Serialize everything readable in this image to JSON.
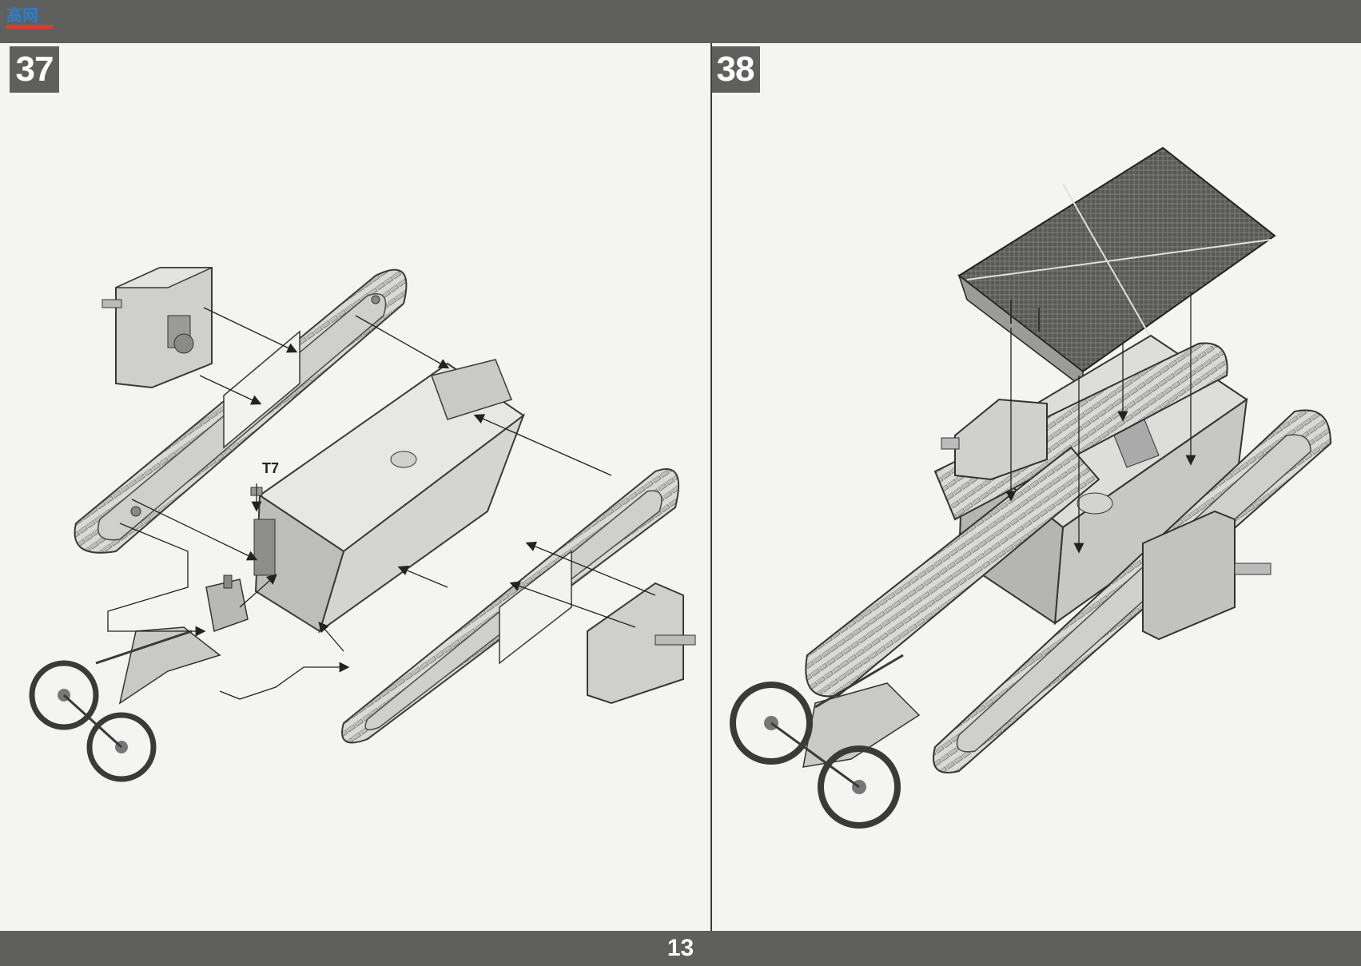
{
  "header": {
    "logo_text": "高网"
  },
  "steps": [
    {
      "number": "37",
      "part_callout": "T7"
    },
    {
      "number": "38"
    }
  ],
  "footer": {
    "page_number": "13"
  }
}
